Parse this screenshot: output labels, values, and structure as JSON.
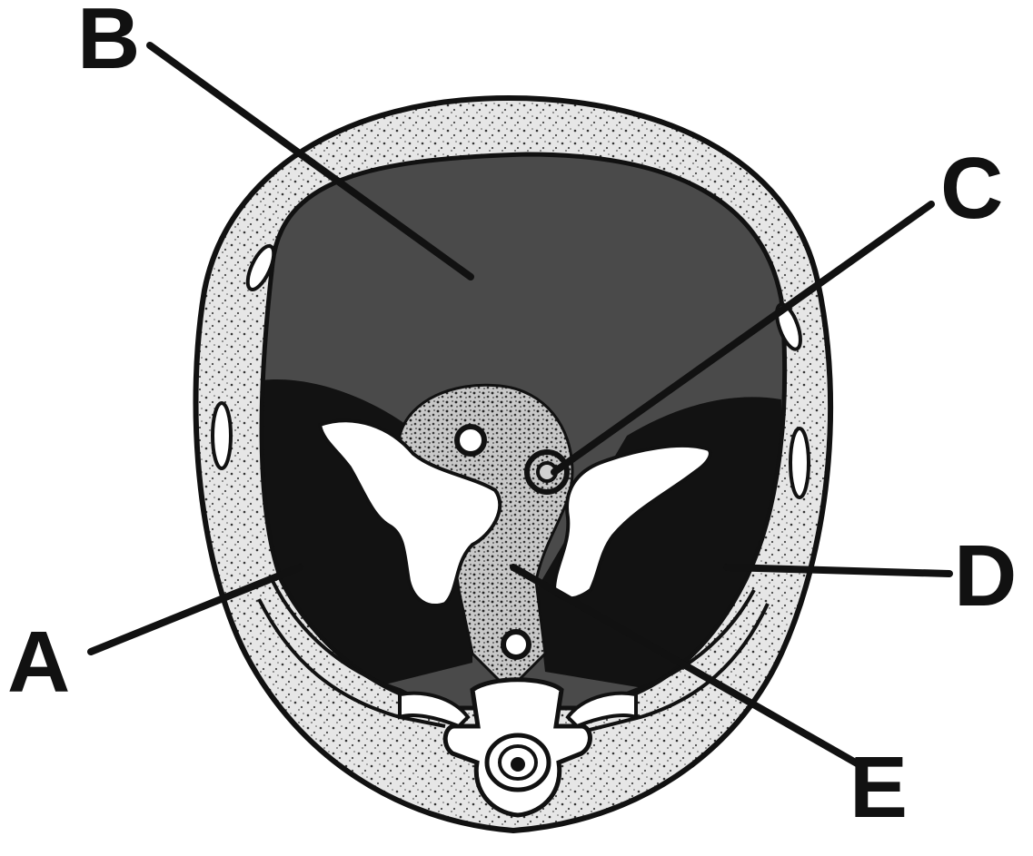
{
  "labels": {
    "a": "A",
    "b": "B",
    "c": "C",
    "d": "D",
    "e": "E"
  },
  "colors": {
    "background": "#ffffff",
    "ink": "#111111",
    "stipple_fill": "#e6e6e6",
    "dark_region": "#4a4a4a",
    "black_region": "#121212",
    "cavity": "#ffffff"
  }
}
